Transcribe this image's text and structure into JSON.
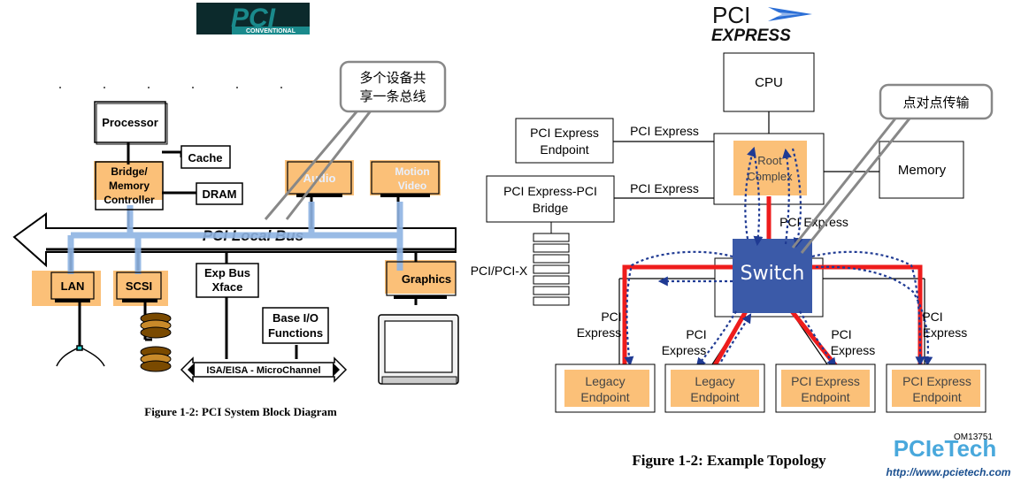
{
  "left": {
    "logo_text": "PCI",
    "logo_sub": "CONVENTIONAL",
    "callout": [
      "多个设备共",
      "享一条总线"
    ],
    "processor": "Processor",
    "cache": "Cache",
    "bridge": [
      "Bridge/",
      "Memory",
      "Controller"
    ],
    "dram": "DRAM",
    "audio": "Audio",
    "motion_video": [
      "Motion",
      "Video"
    ],
    "bus_label": "PCI Local Bus",
    "lan": "LAN",
    "scsi": "SCSI",
    "exp_bus": [
      "Exp Bus",
      "Xface"
    ],
    "base_io": [
      "Base I/O",
      "Functions"
    ],
    "graphics": "Graphics",
    "isa_bus": "ISA/EISA - MicroChannel",
    "caption": "Figure 1-2: PCI System Block Diagram"
  },
  "right": {
    "logo_text": "PCI",
    "logo_sub": "EXPRESS",
    "cpu": "CPU",
    "callout": "点对点传输",
    "endpoint_top": [
      "PCI Express",
      "Endpoint"
    ],
    "link_label": "PCI Express",
    "bridge": [
      "PCI Express-PCI",
      "Bridge"
    ],
    "root_complex": [
      "Root",
      "Complex"
    ],
    "memory": "Memory",
    "switch": "Switch",
    "pci_x": "PCI/PCI-X",
    "link_two_lines": [
      "PCI",
      "Express"
    ],
    "ep1": [
      "Legacy",
      "Endpoint"
    ],
    "ep2": [
      "Legacy",
      "Endpoint"
    ],
    "ep3": [
      "PCI Express",
      "Endpoint"
    ],
    "ep4": [
      "PCI Express",
      "Endpoint"
    ],
    "om": "OM13751",
    "caption": "Figure 1-2: Example Topology",
    "watermark": "PCIeTech",
    "watermark_url": "http://www.pcietech.com"
  },
  "colors": {
    "orange": "#fbc078",
    "blue_bus": "#8fb4e3",
    "switch": "#3b5aa8",
    "red": "#ee1c1c",
    "dotted": "#1f3a93",
    "logo_teal": "#1a8a8c",
    "wm_blue": "#2a9ad6"
  }
}
